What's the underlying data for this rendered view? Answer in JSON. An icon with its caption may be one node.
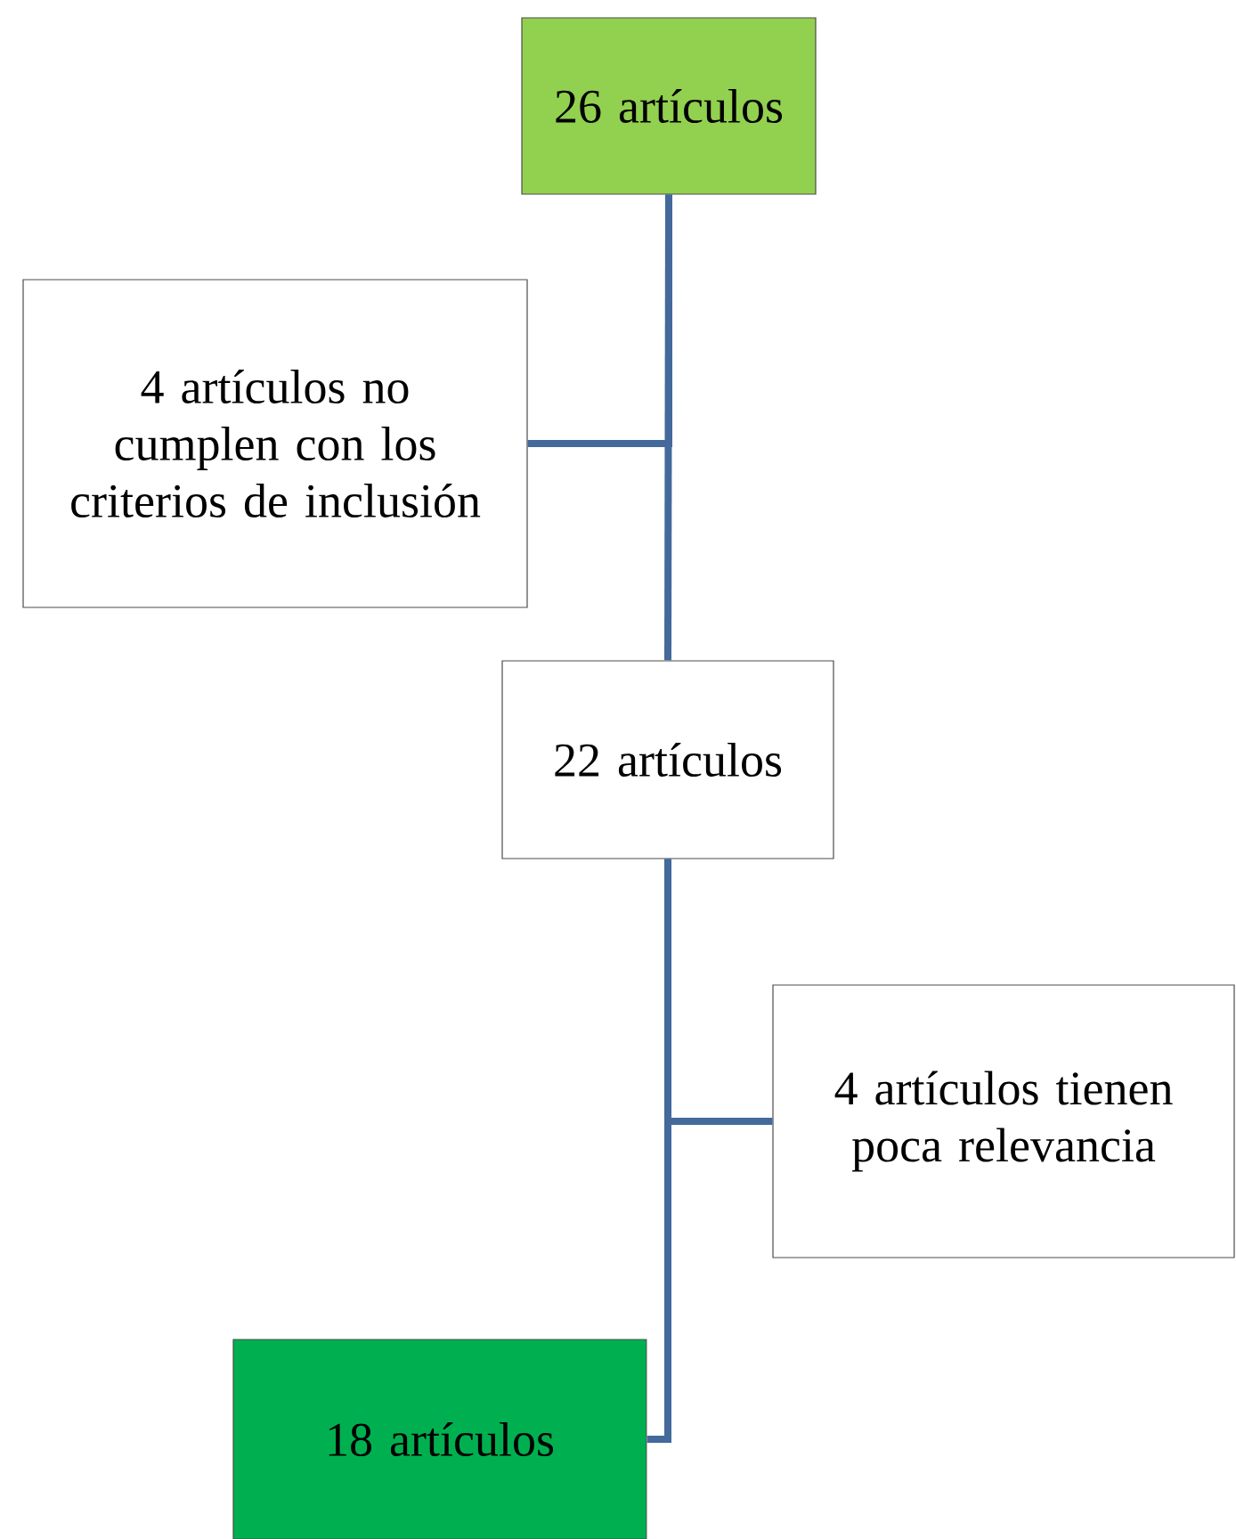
{
  "diagram": {
    "nodes": [
      {
        "text": [
          "26 artículos"
        ]
      },
      {
        "text": [
          "4 artículos no cumplen con los criterios de inclusión"
        ]
      },
      {
        "text": [
          "22 artículos"
        ]
      },
      {
        "text": [
          "4 artículos tienen poca relevancia"
        ]
      },
      {
        "text": [
          "18 artículos"
        ]
      }
    ],
    "edges": [
      {
        "from": 0,
        "to": 1,
        "arrow": "none"
      },
      {
        "from": 0,
        "to": 2,
        "arrow": "none"
      },
      {
        "from": 2,
        "to": 3,
        "arrow": "none"
      },
      {
        "from": 2,
        "to": 4,
        "arrow": "none"
      }
    ]
  }
}
